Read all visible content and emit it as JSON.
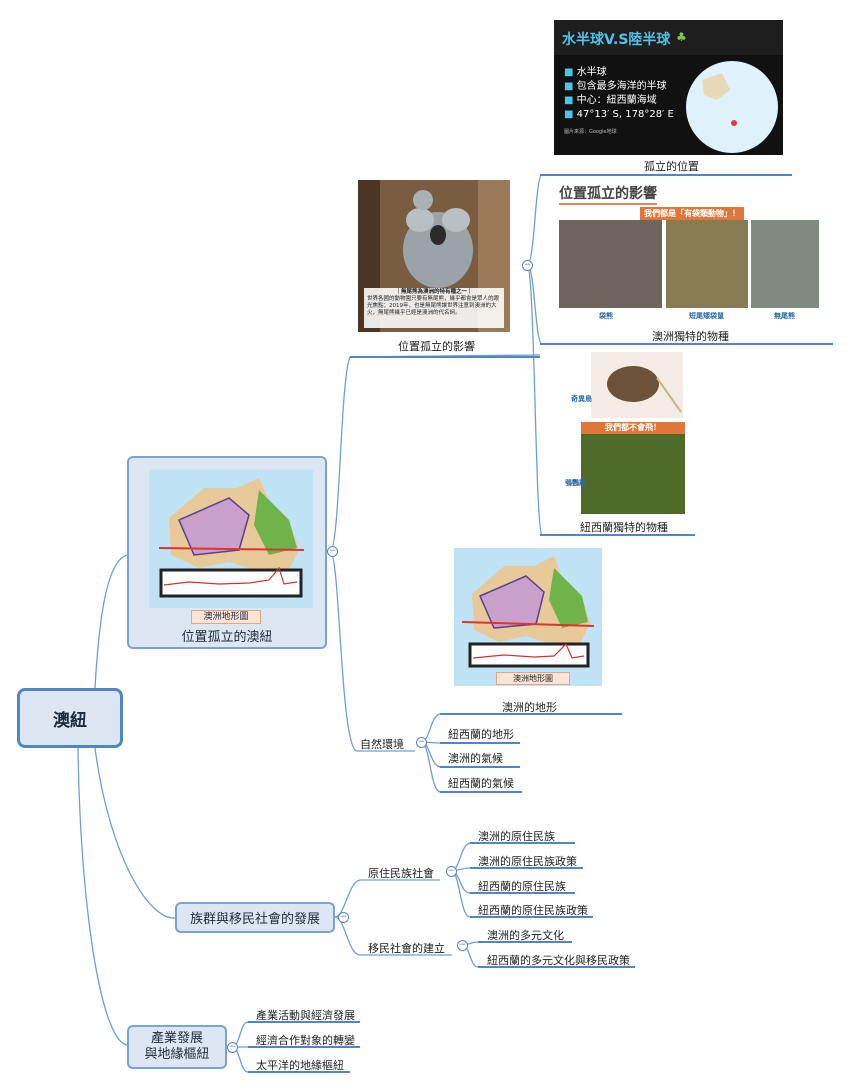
{
  "root": {
    "label": "澳紐"
  },
  "branches": {
    "isolated": {
      "label": "位置孤立的澳紐",
      "map_caption": "澳洲地形圖"
    },
    "ethnic": {
      "label": "族群與移民社會的發展"
    },
    "industry": {
      "label_line1": "產業發展",
      "label_line2": "與地緣樞紐"
    }
  },
  "isolation": {
    "label": "位置孤立的影響",
    "koala_text_title": "｜無尾熊為澳洲的特有種之一｜",
    "koala_text_body": "世界各國的動物園只要有無尾熊，幾乎都會是眾人的眼光焦點；2019年，也是無尾熊讓世界注意到澳洲的大火，無尾熊幾乎已經是澳洲的代名詞。",
    "hemisphere": {
      "title": "水半球V.S陸半球",
      "bullets": [
        "水半球",
        "包含最多海洋的半球",
        "中心：紐西蘭海域",
        "47°13′ S, 178°28′ E"
      ],
      "source": "圖片來源：Google地球",
      "caption": "孤立的位置"
    },
    "species_au": {
      "heading": "位置孤立的影響",
      "banner": "我們都是「有袋類動物」！",
      "animals": [
        "袋熊",
        "短尾矮袋鼠",
        "無尾熊"
      ],
      "caption": "澳洲獨特的物種"
    },
    "species_nz": {
      "kiwi": "奇異鳥",
      "kakapo": "鴞鸚鵡",
      "banner": "我們都不會飛！",
      "caption": "紐西蘭獨特的物種"
    }
  },
  "nature": {
    "label": "自然環境",
    "map_caption": "澳洲地形圖",
    "map_title": "澳洲的地形",
    "items": [
      "紐西蘭的地形",
      "澳洲的氣候",
      "紐西蘭的氣候"
    ]
  },
  "ethnic": {
    "indigenous": {
      "label": "原住民族社會",
      "items": [
        "澳洲的原住民族",
        "澳洲的原住民族政策",
        "紐西蘭的原住民族",
        "紐西蘭的原住民族政策"
      ]
    },
    "immigrant": {
      "label": "移民社會的建立",
      "items": [
        "澳洲的多元文化",
        "紐西蘭的多元文化與移民政策"
      ]
    }
  },
  "industry": {
    "items": [
      "產業活動與經濟發展",
      "經濟合作對象的轉變",
      "太平洋的地緣樞紐"
    ]
  },
  "colors": {
    "line": "#6f9fd1",
    "underline": "#4f86c6",
    "node_fill": "#dde7f3",
    "banner": "#e0763a"
  }
}
